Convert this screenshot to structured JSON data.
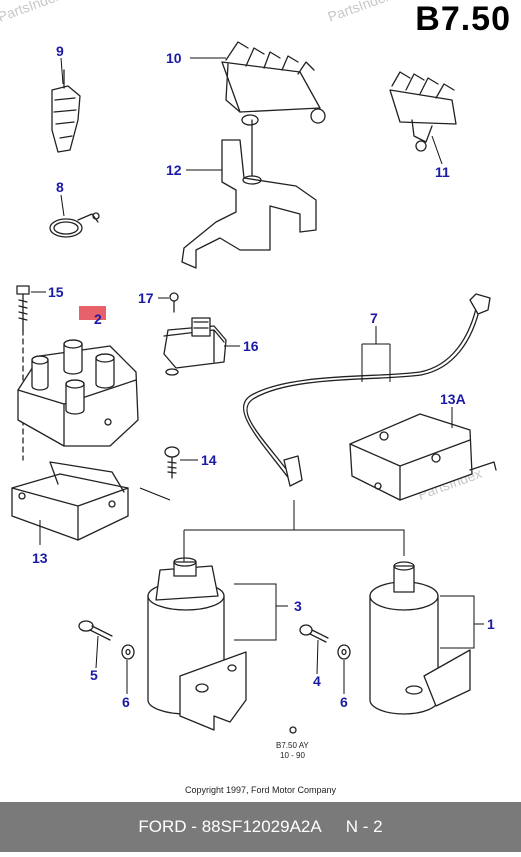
{
  "header": {
    "code": "B7.50"
  },
  "watermarks": [
    "PartsIndex",
    "PartsIndex",
    "PartsIndex"
  ],
  "callouts": {
    "c1": "1",
    "c2": "2",
    "c3": "3",
    "c4": "4",
    "c5": "5",
    "c6a": "6",
    "c6b": "6",
    "c7": "7",
    "c8": "8",
    "c9": "9",
    "c10": "10",
    "c11": "11",
    "c12": "12",
    "c13": "13",
    "c13a": "13A",
    "c14": "14",
    "c15": "15",
    "c16": "16",
    "c17": "17"
  },
  "highlight_color": "#e8606a",
  "callout_color": "#1a1aa6",
  "drawing_ref": {
    "line1": "B7.50 AY",
    "line2": "10 - 90"
  },
  "copyright": "Copyright 1997, Ford Motor Company",
  "footer": {
    "part_number": "FORD - 88SF12029A2A",
    "page": "N - 2"
  }
}
